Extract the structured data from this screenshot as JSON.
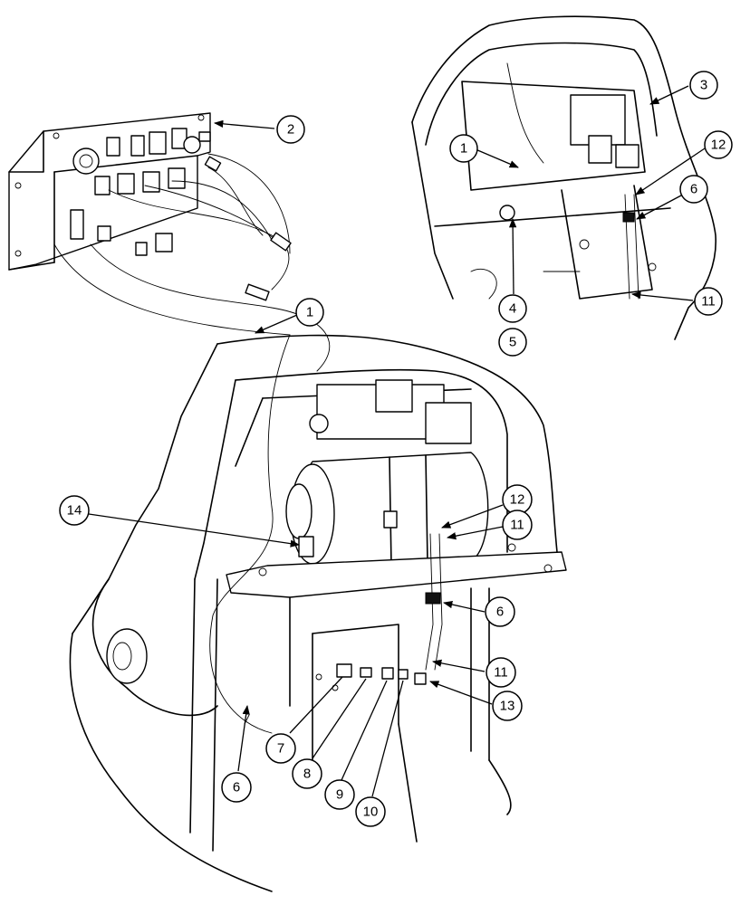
{
  "callouts": [
    {
      "label": "1"
    },
    {
      "label": "2"
    },
    {
      "label": "3"
    },
    {
      "label": "12"
    },
    {
      "label": "6"
    },
    {
      "label": "4"
    },
    {
      "label": "5"
    },
    {
      "label": "11"
    },
    {
      "label": "1"
    },
    {
      "label": "14"
    },
    {
      "label": "12"
    },
    {
      "label": "11"
    },
    {
      "label": "6"
    },
    {
      "label": "11"
    },
    {
      "label": "13"
    },
    {
      "label": "7"
    },
    {
      "label": "8"
    },
    {
      "label": "9"
    },
    {
      "label": "10"
    },
    {
      "label": "6"
    }
  ]
}
